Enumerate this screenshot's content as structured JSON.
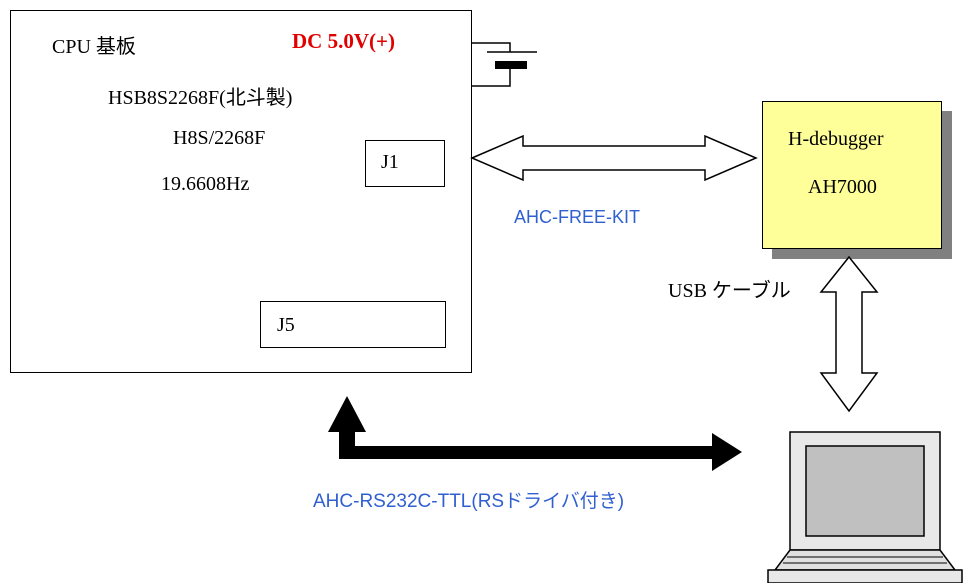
{
  "cpu_board": {
    "title": "CPU 基板",
    "power": "DC 5.0V(+)",
    "model": "HSB8S2268F(北斗製)",
    "chip": "H8S/2268F",
    "clock": "19.6608Hz",
    "j1": "J1",
    "j5": "J5"
  },
  "debugger": {
    "line1": "H-debugger",
    "line2": "AH7000"
  },
  "labels": {
    "free_kit": "AHC-FREE-KIT",
    "usb_cable": "USB ケーブル",
    "rs232c": "AHC-RS232C-TTL(RSドライバ付き)"
  },
  "colors": {
    "debugger_fill": "#ffff99",
    "shadow": "#808080",
    "power_red": "#e00000",
    "label_blue": "#3060d0"
  },
  "icons": [
    "battery-icon",
    "laptop-icon"
  ]
}
